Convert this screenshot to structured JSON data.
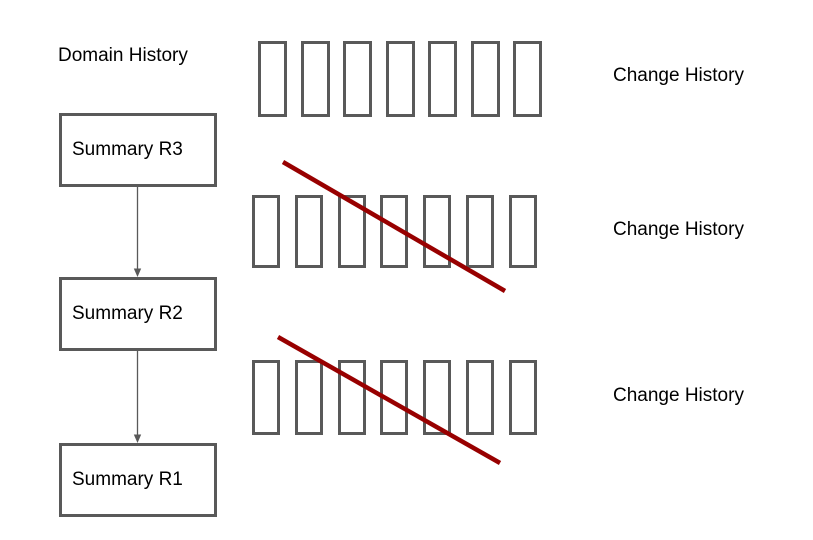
{
  "diagram": {
    "domain_history_label": "Domain History",
    "summaries": [
      {
        "label": "Summary R3"
      },
      {
        "label": "Summary R2"
      },
      {
        "label": "Summary R1"
      }
    ],
    "change_rows": [
      {
        "label": "Change History",
        "rect_count": 7,
        "struck_out": false
      },
      {
        "label": "Change History",
        "rect_count": 7,
        "struck_out": true
      },
      {
        "label": "Change History",
        "rect_count": 7,
        "struck_out": true
      }
    ]
  },
  "colors": {
    "box_border": "#595959",
    "strike_red": "#980000",
    "text": "#000000",
    "background": "#ffffff"
  }
}
